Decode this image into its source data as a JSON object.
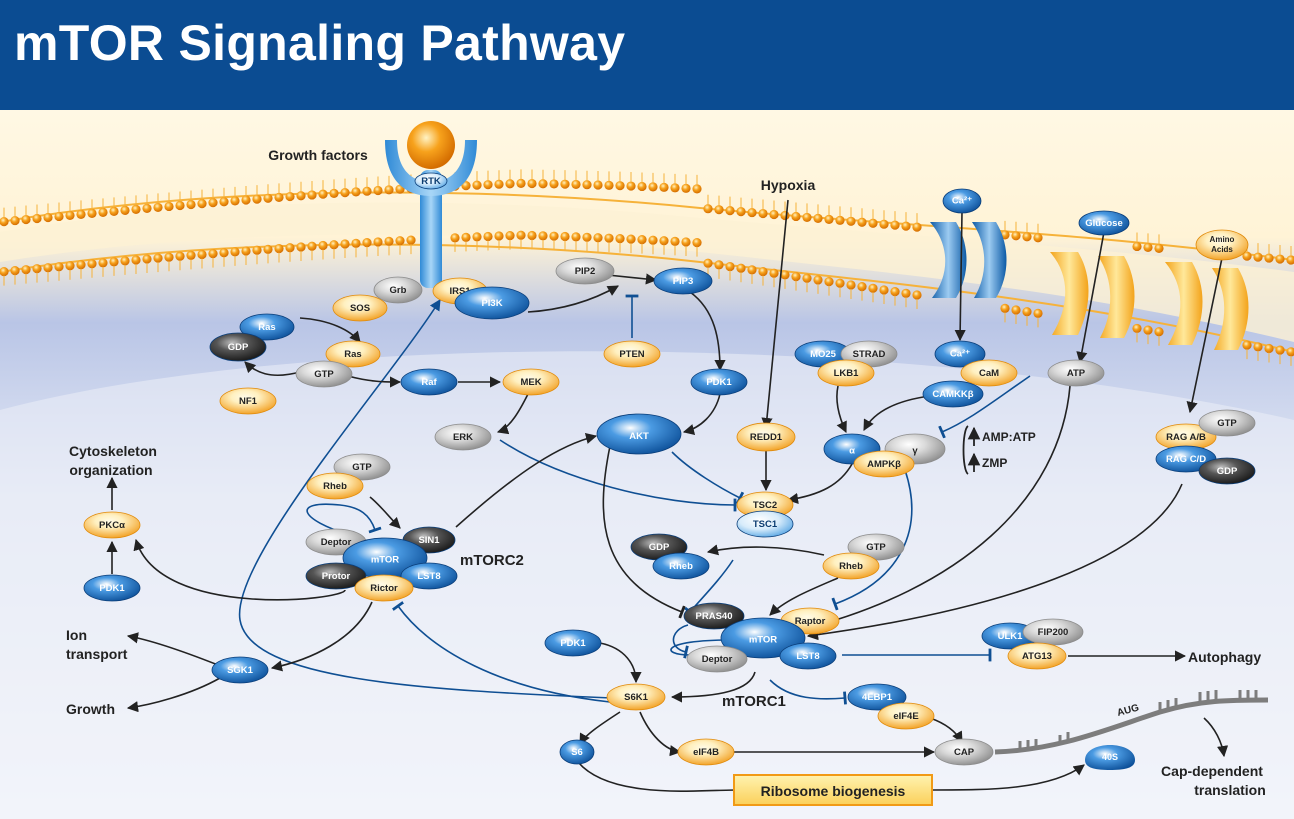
{
  "title": "mTOR Signaling Pathway",
  "labels": {
    "growth_factors": "Growth factors",
    "hypoxia": "Hypoxia",
    "cytoskeleton_line1": "Cytoskeleton",
    "cytoskeleton_line2": "organization",
    "ion_line1": "Ion",
    "ion_line2": "transport",
    "growth": "Growth",
    "autophagy": "Autophagy",
    "mtorc2": "mTORC2",
    "mtorc1": "mTORC1",
    "amp_atp": "AMP:ATP",
    "zmp": "ZMP",
    "aug": "AUG",
    "cap_dep_line1": "Cap-dependent",
    "cap_dep_line2": "translation",
    "ribosome": "Ribosome biogenesis"
  },
  "nodes": {
    "rtk": "RTK",
    "ca_out": "Ca²⁺",
    "glucose": "Glucose",
    "amino_line1": "Amino",
    "amino_line2": "Acids",
    "grb": "Grb",
    "irs1": "IRS1",
    "pi3k": "PI3K",
    "sos": "SOS",
    "ras_top": "Ras",
    "gdp_ras": "GDP",
    "ras": "Ras",
    "gtp_ras": "GTP",
    "nf1": "NF1",
    "raf": "Raf",
    "mek": "MEK",
    "erk": "ERK",
    "pip2": "PIP2",
    "pip3": "PIP3",
    "pten": "PTEN",
    "pdk1_akt": "PDK1",
    "akt": "AKT",
    "redd1": "REDD1",
    "mo25": "MO25",
    "strad": "STRAD",
    "lkb1": "LKB1",
    "ca_in": "Ca²⁺",
    "cam": "CaM",
    "camkk": "CAMKKβ",
    "atp": "ATP",
    "ampk_a": "α",
    "ampk_g": "γ",
    "ampk_b": "AMPKβ",
    "tsc2": "TSC2",
    "tsc1": "TSC1",
    "rag_ab": "RAG A/B",
    "rag_gtp": "GTP",
    "rag_cd": "RAG C/D",
    "rag_gdp": "GDP",
    "pkca": "PKCα",
    "pdk1_pkc": "PDK1",
    "gtp_rheb2": "GTP",
    "rheb2": "Rheb",
    "deptor2": "Deptor",
    "sin1": "SIN1",
    "mtor2": "mTOR",
    "protor": "Protor",
    "lst8_2": "LST8",
    "rictor": "Rictor",
    "gdp_rheb": "GDP",
    "rheb_gdp": "Rheb",
    "gtp_rheb1": "GTP",
    "rheb_gtp": "Rheb",
    "pras40": "PRAS40",
    "raptor": "Raptor",
    "mtor1": "mTOR",
    "deptor1": "Deptor",
    "lst8_1": "LST8",
    "ulk1": "ULK1",
    "fip200": "FIP200",
    "atg13": "ATG13",
    "sgk1": "SGK1",
    "pdk1_s6k": "PDK1",
    "s6k1": "S6K1",
    "s6": "S6",
    "eif4b": "eIF4B",
    "ebp1": "4EBP1",
    "eif4e": "eIF4E",
    "cap": "CAP",
    "s40": "40S"
  },
  "colors": {
    "header": "#0b4c92",
    "blue_node": "#1a6fc0",
    "orange_node": "#f6a623",
    "gray_node": "#a9a9a9",
    "dark_node": "#3a3a3a",
    "arrow_blue": "#0f4f93",
    "arrow_black": "#222222",
    "membrane": "#f5a51e"
  }
}
